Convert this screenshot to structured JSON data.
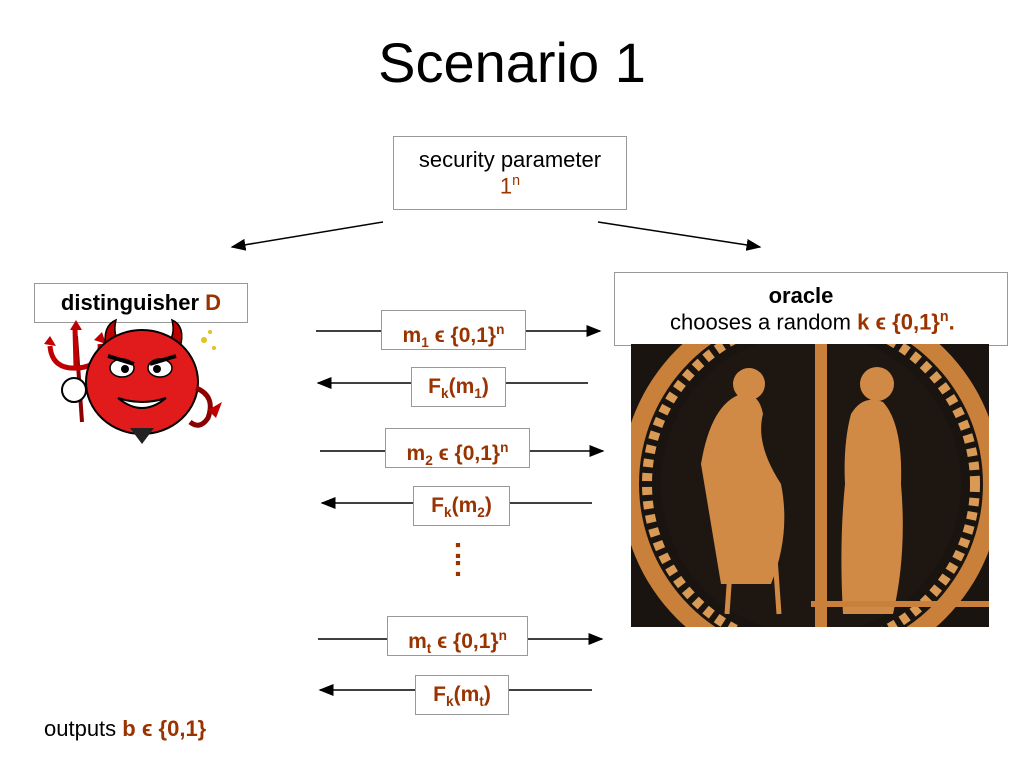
{
  "title": "Scenario 1",
  "security": {
    "line1": "security parameter",
    "line2_base": "1",
    "line2_sup": "n"
  },
  "distinguisher": {
    "label": "distinguisher",
    "letter": "D"
  },
  "oracle": {
    "title": "oracle",
    "text": "chooses a random",
    "k": "k",
    "in": "ϵ",
    "set": "{0,1}",
    "sup": "n",
    "dot": "."
  },
  "messages": [
    {
      "base": "m",
      "sub": "1",
      "rest": " ϵ {0,1}",
      "sup": "n"
    },
    {
      "base": "F",
      "sub": "k",
      "rest": "(m",
      "sub2": "1",
      "end": ")"
    },
    {
      "base": "m",
      "sub": "2",
      "rest": " ϵ {0,1}",
      "sup": "n"
    },
    {
      "base": "F",
      "sub": "k",
      "rest": "(m",
      "sub2": "2",
      "end": ")"
    },
    {
      "base": "m",
      "sub": "t",
      "rest": " ϵ {0,1}",
      "sup": "n"
    },
    {
      "base": "F",
      "sub": "k",
      "rest": "(m",
      "sub2": "t",
      "end": ")"
    }
  ],
  "dots": ":",
  "outputs": {
    "label": "outputs",
    "b": "b",
    "in": "ϵ",
    "set": "{0,1}"
  },
  "colors": {
    "accent": "#993300",
    "border": "#999999"
  },
  "icons": [
    "devil-icon",
    "oracle-vase-image"
  ]
}
